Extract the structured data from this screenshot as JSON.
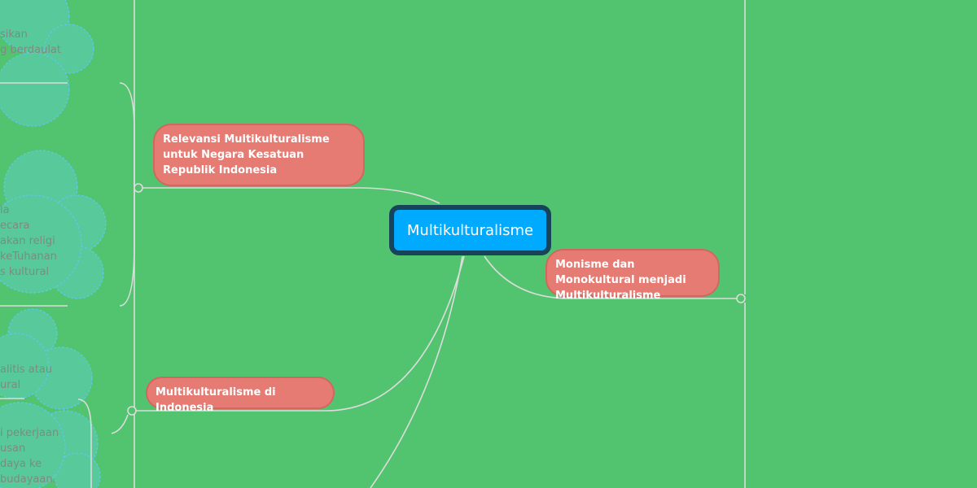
{
  "central_topic": {
    "label": "Multikulturalisme"
  },
  "branches": [
    {
      "label": "Relevansi Multikulturalisme untuk Negara Kesatuan Republik Indonesia"
    },
    {
      "label": "Multikulturalisme di Indonesia"
    },
    {
      "label": "Monisme dan Monokultural menjadi Multikulturalisme"
    }
  ],
  "notes": [
    {
      "lines": [
        "sikan",
        "g berdaulat"
      ]
    },
    {
      "lines": [
        "la",
        "ecara",
        "akan religi",
        "keTuhanan",
        "s kultural"
      ]
    },
    {
      "lines": [
        "alitis atau",
        "ural"
      ]
    },
    {
      "lines": [
        "i pekerjaan",
        "usan",
        "daya ke",
        "budayaan."
      ]
    }
  ],
  "colors": {
    "background": "#52c46f",
    "central": "#00aaff",
    "central_border": "#17445a",
    "branch": "#e57b72",
    "note_fill": "#58c79a",
    "note_border": "#5ec8f0"
  }
}
